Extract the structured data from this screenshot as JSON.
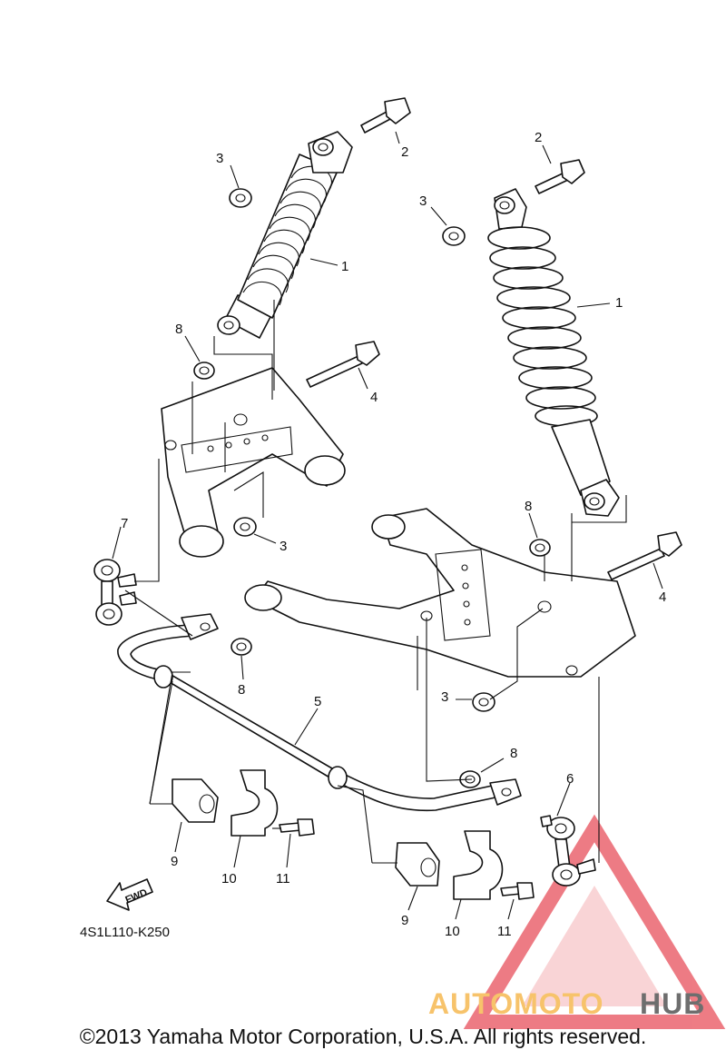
{
  "callouts": {
    "c1a": "1",
    "c1b": "1",
    "c2a": "2",
    "c2b": "2",
    "c3a": "3",
    "c3b": "3",
    "c3c": "3",
    "c3d": "3",
    "c4a": "4",
    "c4b": "4",
    "c5": "5",
    "c6": "6",
    "c7": "7",
    "c8a": "8",
    "c8b": "8",
    "c8c": "8",
    "c8d": "8",
    "c9a": "9",
    "c9b": "9",
    "c10a": "10",
    "c10b": "10",
    "c11a": "11",
    "c11b": "11"
  },
  "fwd_label": "FWD",
  "diagram_code": "4S1L110-K250",
  "watermark": {
    "part1": "AUTOMOTO",
    "part2": "HUB",
    "color_primary": "#f7c36b",
    "color_secondary": "#6e6e6e",
    "triangle_color": "#e8505b"
  },
  "copyright": "©2013 Yamaha Motor Corporation, U.S.A. All rights reserved."
}
